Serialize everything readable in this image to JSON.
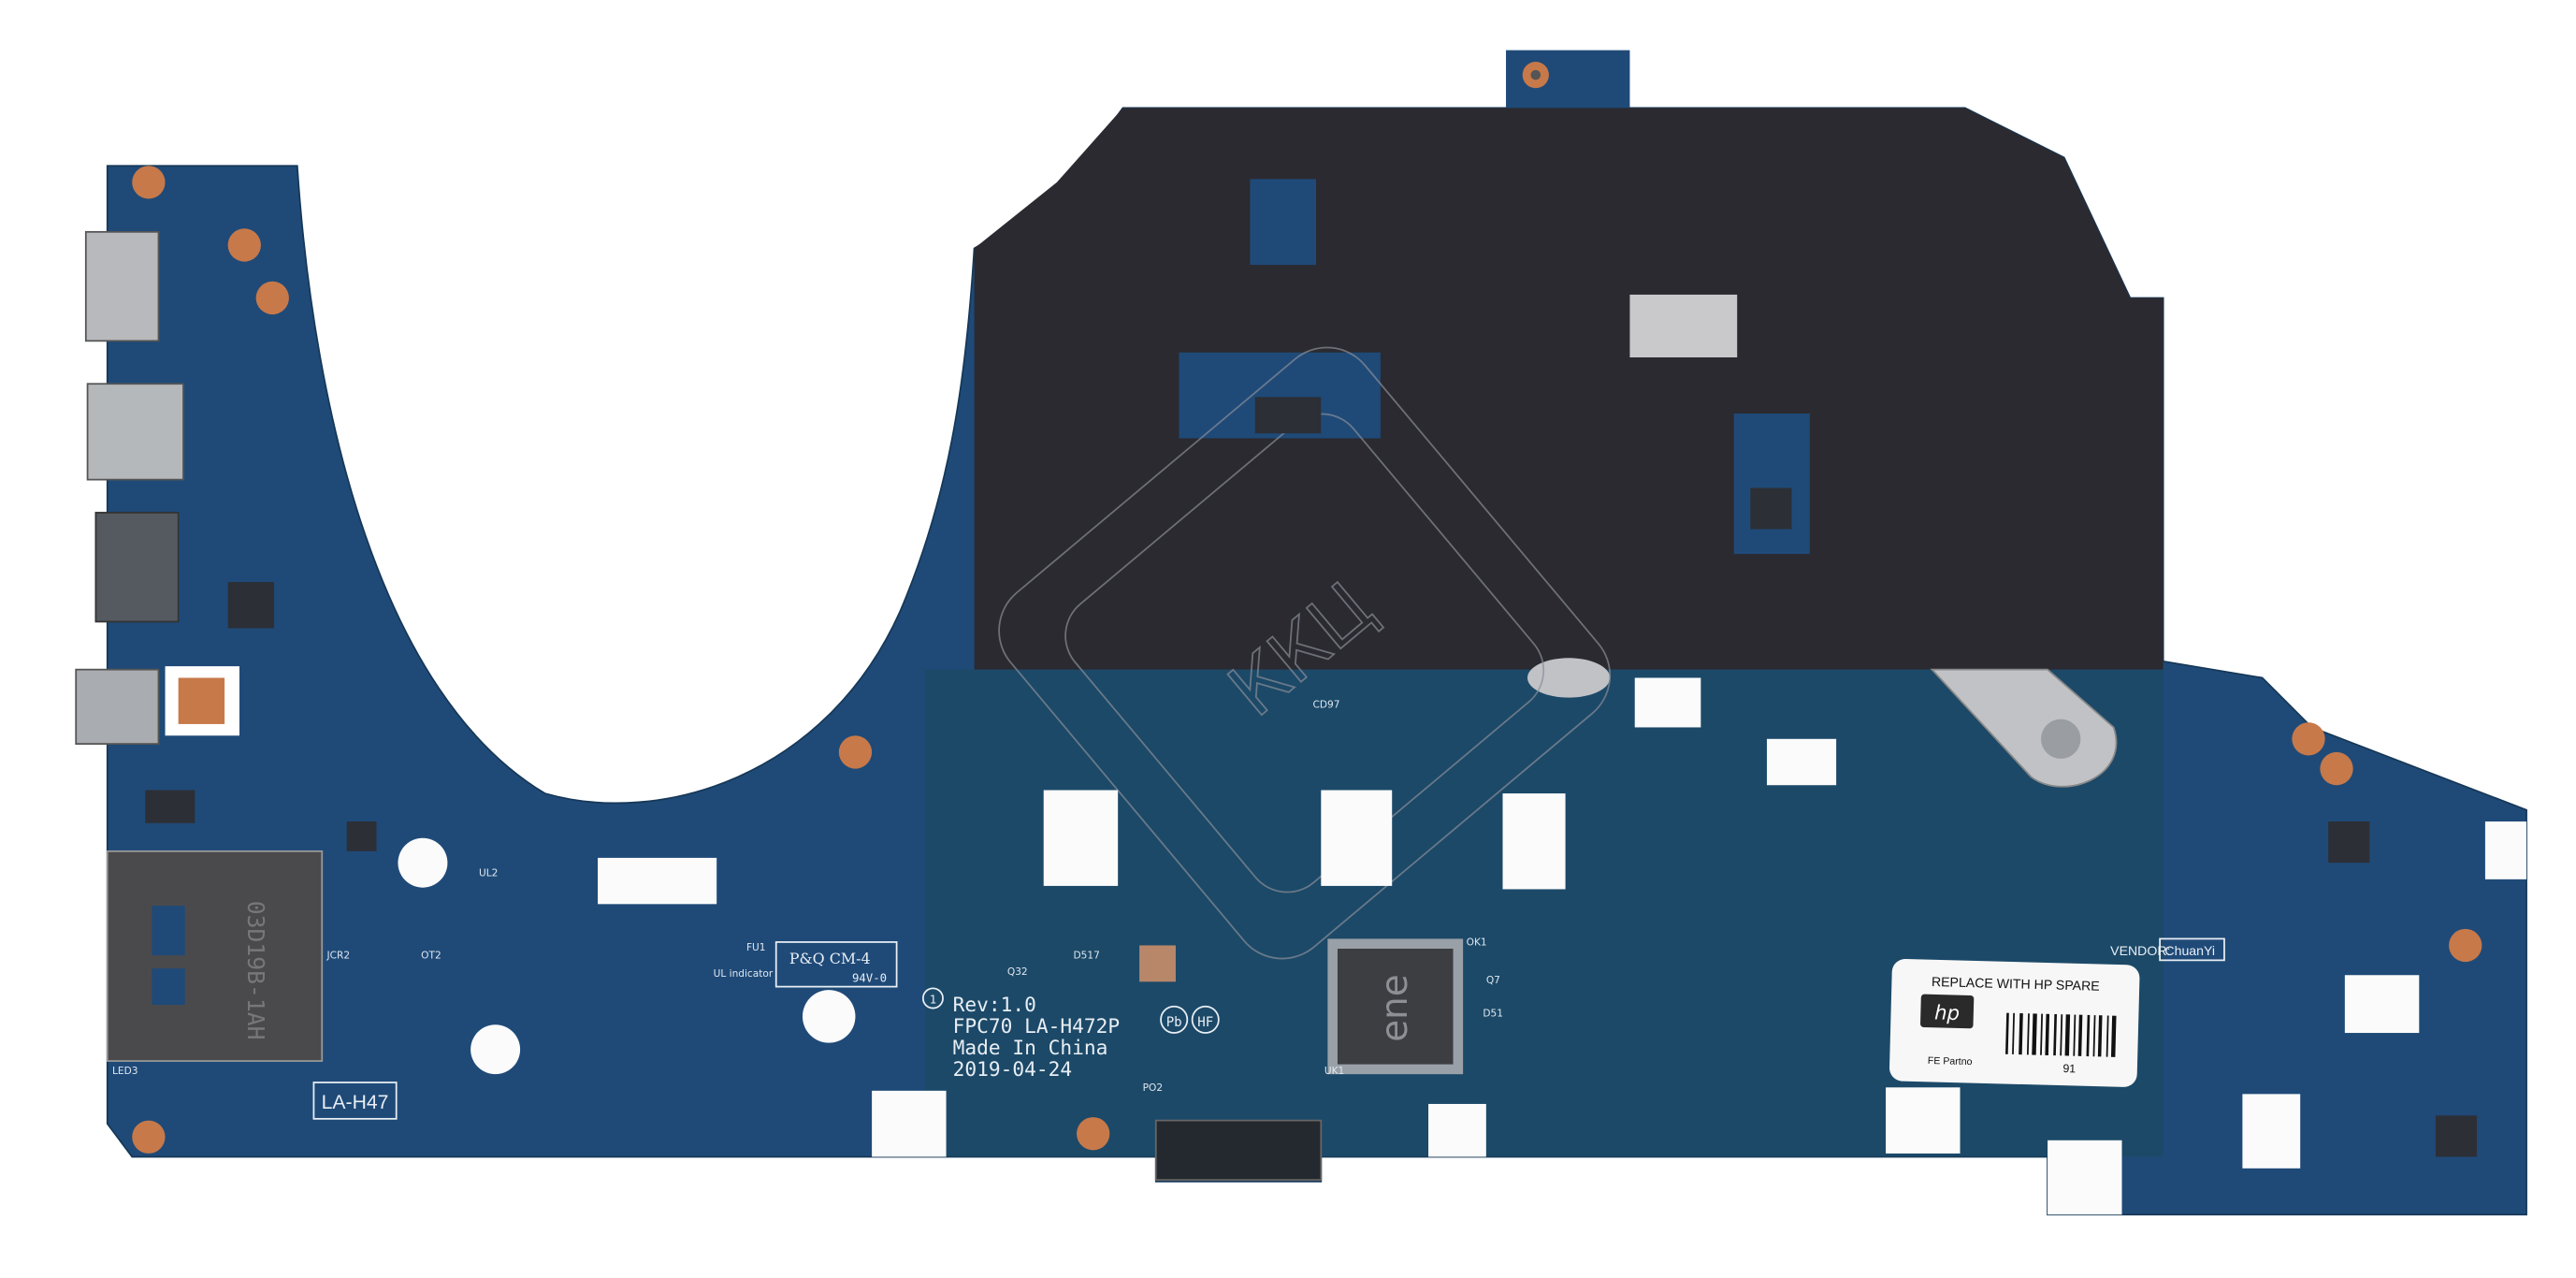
{
  "board": {
    "revision_block": {
      "rev": "Rev:1.0",
      "model": "FPC70 LA-H472P",
      "origin": "Made In China",
      "date": "2019-04-24"
    },
    "compliance_marks": [
      "Pb",
      "HF"
    ],
    "board_code": "LA-H47",
    "pcb_marking": {
      "line1": "P&Q CM-4",
      "line2": "94V-0",
      "index": "1"
    },
    "ul_indicator": "UL indicator",
    "vendor_label": "VENDOR:",
    "vendor_name": "ChuanYi",
    "ec_chip": {
      "brand": "ene"
    },
    "sd_slot_marking": "03D19B-1AH",
    "watermark": "ККЦ",
    "refdes": [
      "CD97",
      "UK1",
      "D517",
      "Q32",
      "LED3",
      "JCR2",
      "OT2",
      "FU1",
      "OK1",
      "Q7",
      "D51",
      "PO2",
      "UL2"
    ]
  },
  "hp_sticker": {
    "title": "REPLACE WITH HP SPARE",
    "logo": "hp",
    "field_label": "FE Partno",
    "number_fragment": "91"
  },
  "colors": {
    "pcb": "#1f4a78",
    "pcb_dark": "#173a60",
    "heatsink": "#2b2a30",
    "copper_pad": "#c7794a",
    "silkscreen": "#e8eef4"
  }
}
